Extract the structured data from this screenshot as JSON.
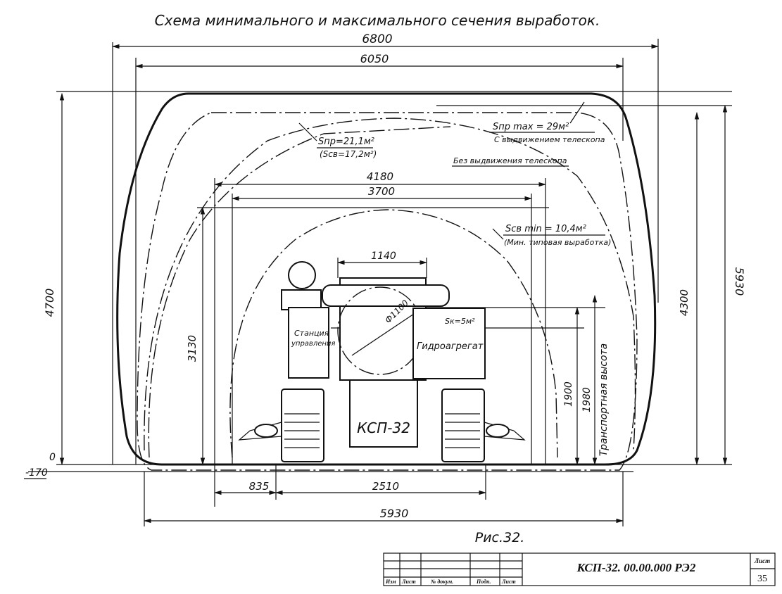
{
  "title": "Схема минимального и максимального сечения выработок.",
  "dimensions": {
    "top_outer": "6800",
    "top_inner": "6050",
    "width_4180": "4180",
    "width_3700": "3700",
    "width_1140": "1140",
    "diameter": "Ф1100",
    "left_height": "4700",
    "left_3130": "3130",
    "right_5930": "5930",
    "right_4300": "4300",
    "h_1900": "1900",
    "h_1980": "1980",
    "zero": "0",
    "minus_170": "-170",
    "bottom_835": "835",
    "bottom_2510": "2510",
    "bottom_5930": "5930"
  },
  "labels": {
    "s_pr": "Sпр=21,1м²",
    "s_sv": "(Sсв=17,2м²)",
    "s_max": "Sпр max = 29м²",
    "s_max_note": "С выдвижением телескопа",
    "no_telescope": "Без выдвижения телескопа",
    "s_min": "Sсв min = 10,4м²",
    "s_min_note": "(Мин. типовая выработка)",
    "s_k": "Sк=5м²",
    "station_line1": "Станция",
    "station_line2": "управления",
    "hydro": "Гидроагрегат",
    "machine": "КСП-32",
    "transport": "Транспортная высота",
    "figure": "Рис.32."
  },
  "title_block": {
    "doc_number": "КСП-32. 00.00.000 РЭ2",
    "sheet_label": "Лист",
    "sheet_number": "35",
    "col_izm": "Изм",
    "col_list": "Лист",
    "col_doc": "№ докум.",
    "col_sign": "Подп.",
    "col_date": "Лист"
  }
}
